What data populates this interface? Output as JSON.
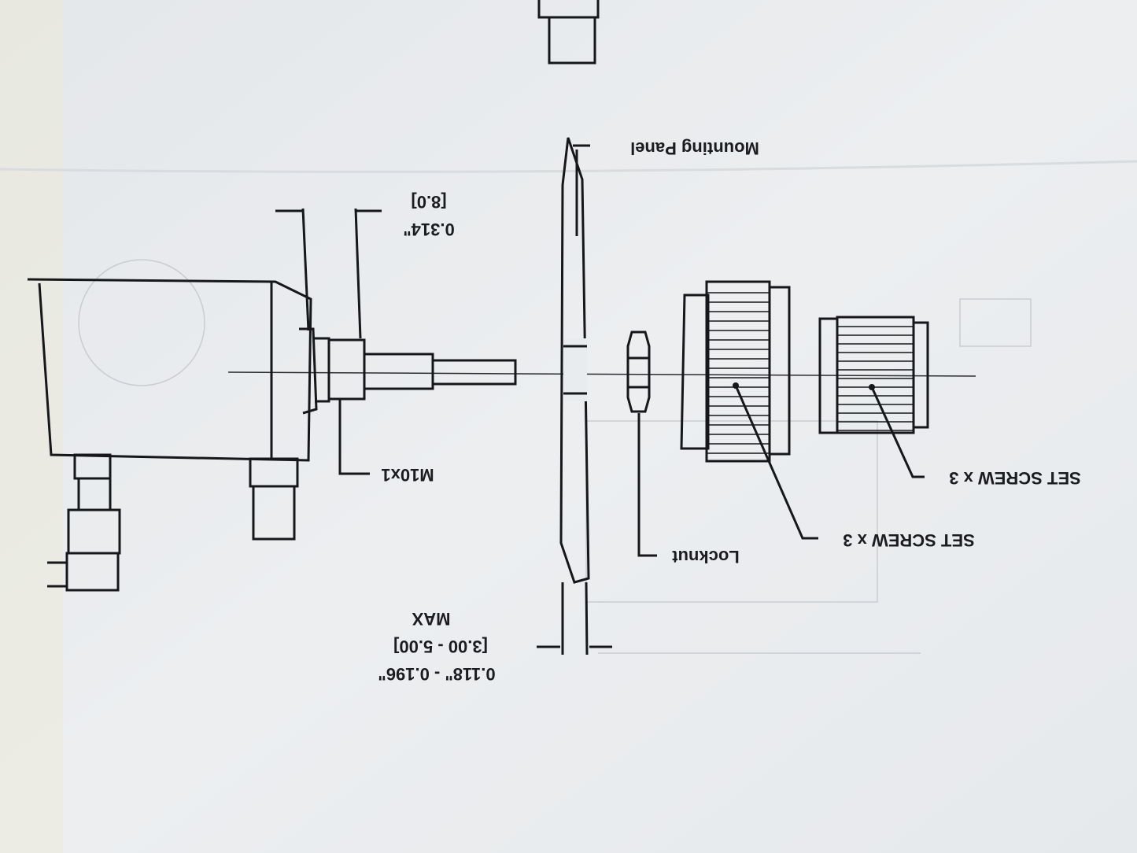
{
  "diagram": {
    "title_label": "Mounting Panel",
    "thread_offset": {
      "inch": "0.314\"",
      "mm": "[8.0]"
    },
    "thread_label": "M10x1",
    "locknut_label": "Locknut",
    "set_screw_labels": [
      "SET SCREW x 3",
      "SET SCREW x 3"
    ],
    "panel_thickness": {
      "inch": "0.118\" - 0.196\"",
      "mm": "[3.00 - 5.00]",
      "note": "MAX"
    },
    "colors": {
      "paper": "#e9ecef",
      "ink": "#15171b"
    }
  }
}
